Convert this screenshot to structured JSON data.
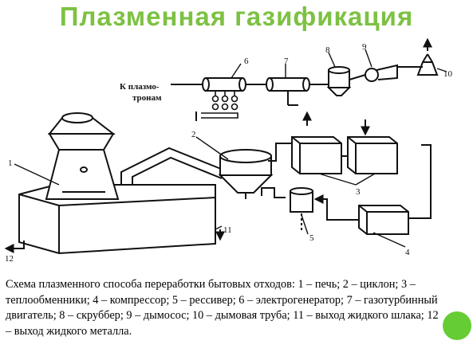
{
  "title": "Плазменная газификация",
  "diagram": {
    "plasmatron_label_line1": "К плазмо-",
    "plasmatron_label_line2": "тронам",
    "labels": {
      "n1": "1",
      "n2": "2",
      "n3": "3",
      "n4": "4",
      "n5": "5",
      "n6": "6",
      "n7": "7",
      "n8": "8",
      "n9": "9",
      "n10": "10",
      "n11": "11",
      "n12": "12"
    }
  },
  "caption": "Схема плазменного способа переработки бытовых отходов: 1 – печь; 2 – циклон; 3 – теплообменники; 4 – компрессор; 5 – рессивер; 6 – электрогенератор; 7 – газотурбинный двигатель; 8 – скруббер; 9 – дымосос; 10 – дымовая труба; 11 – выход жидкого шлака; 12 – выход жидкого металла.",
  "colors": {
    "title": "#7dc142",
    "accent_dot": "#66cc33",
    "line": "#111111"
  }
}
